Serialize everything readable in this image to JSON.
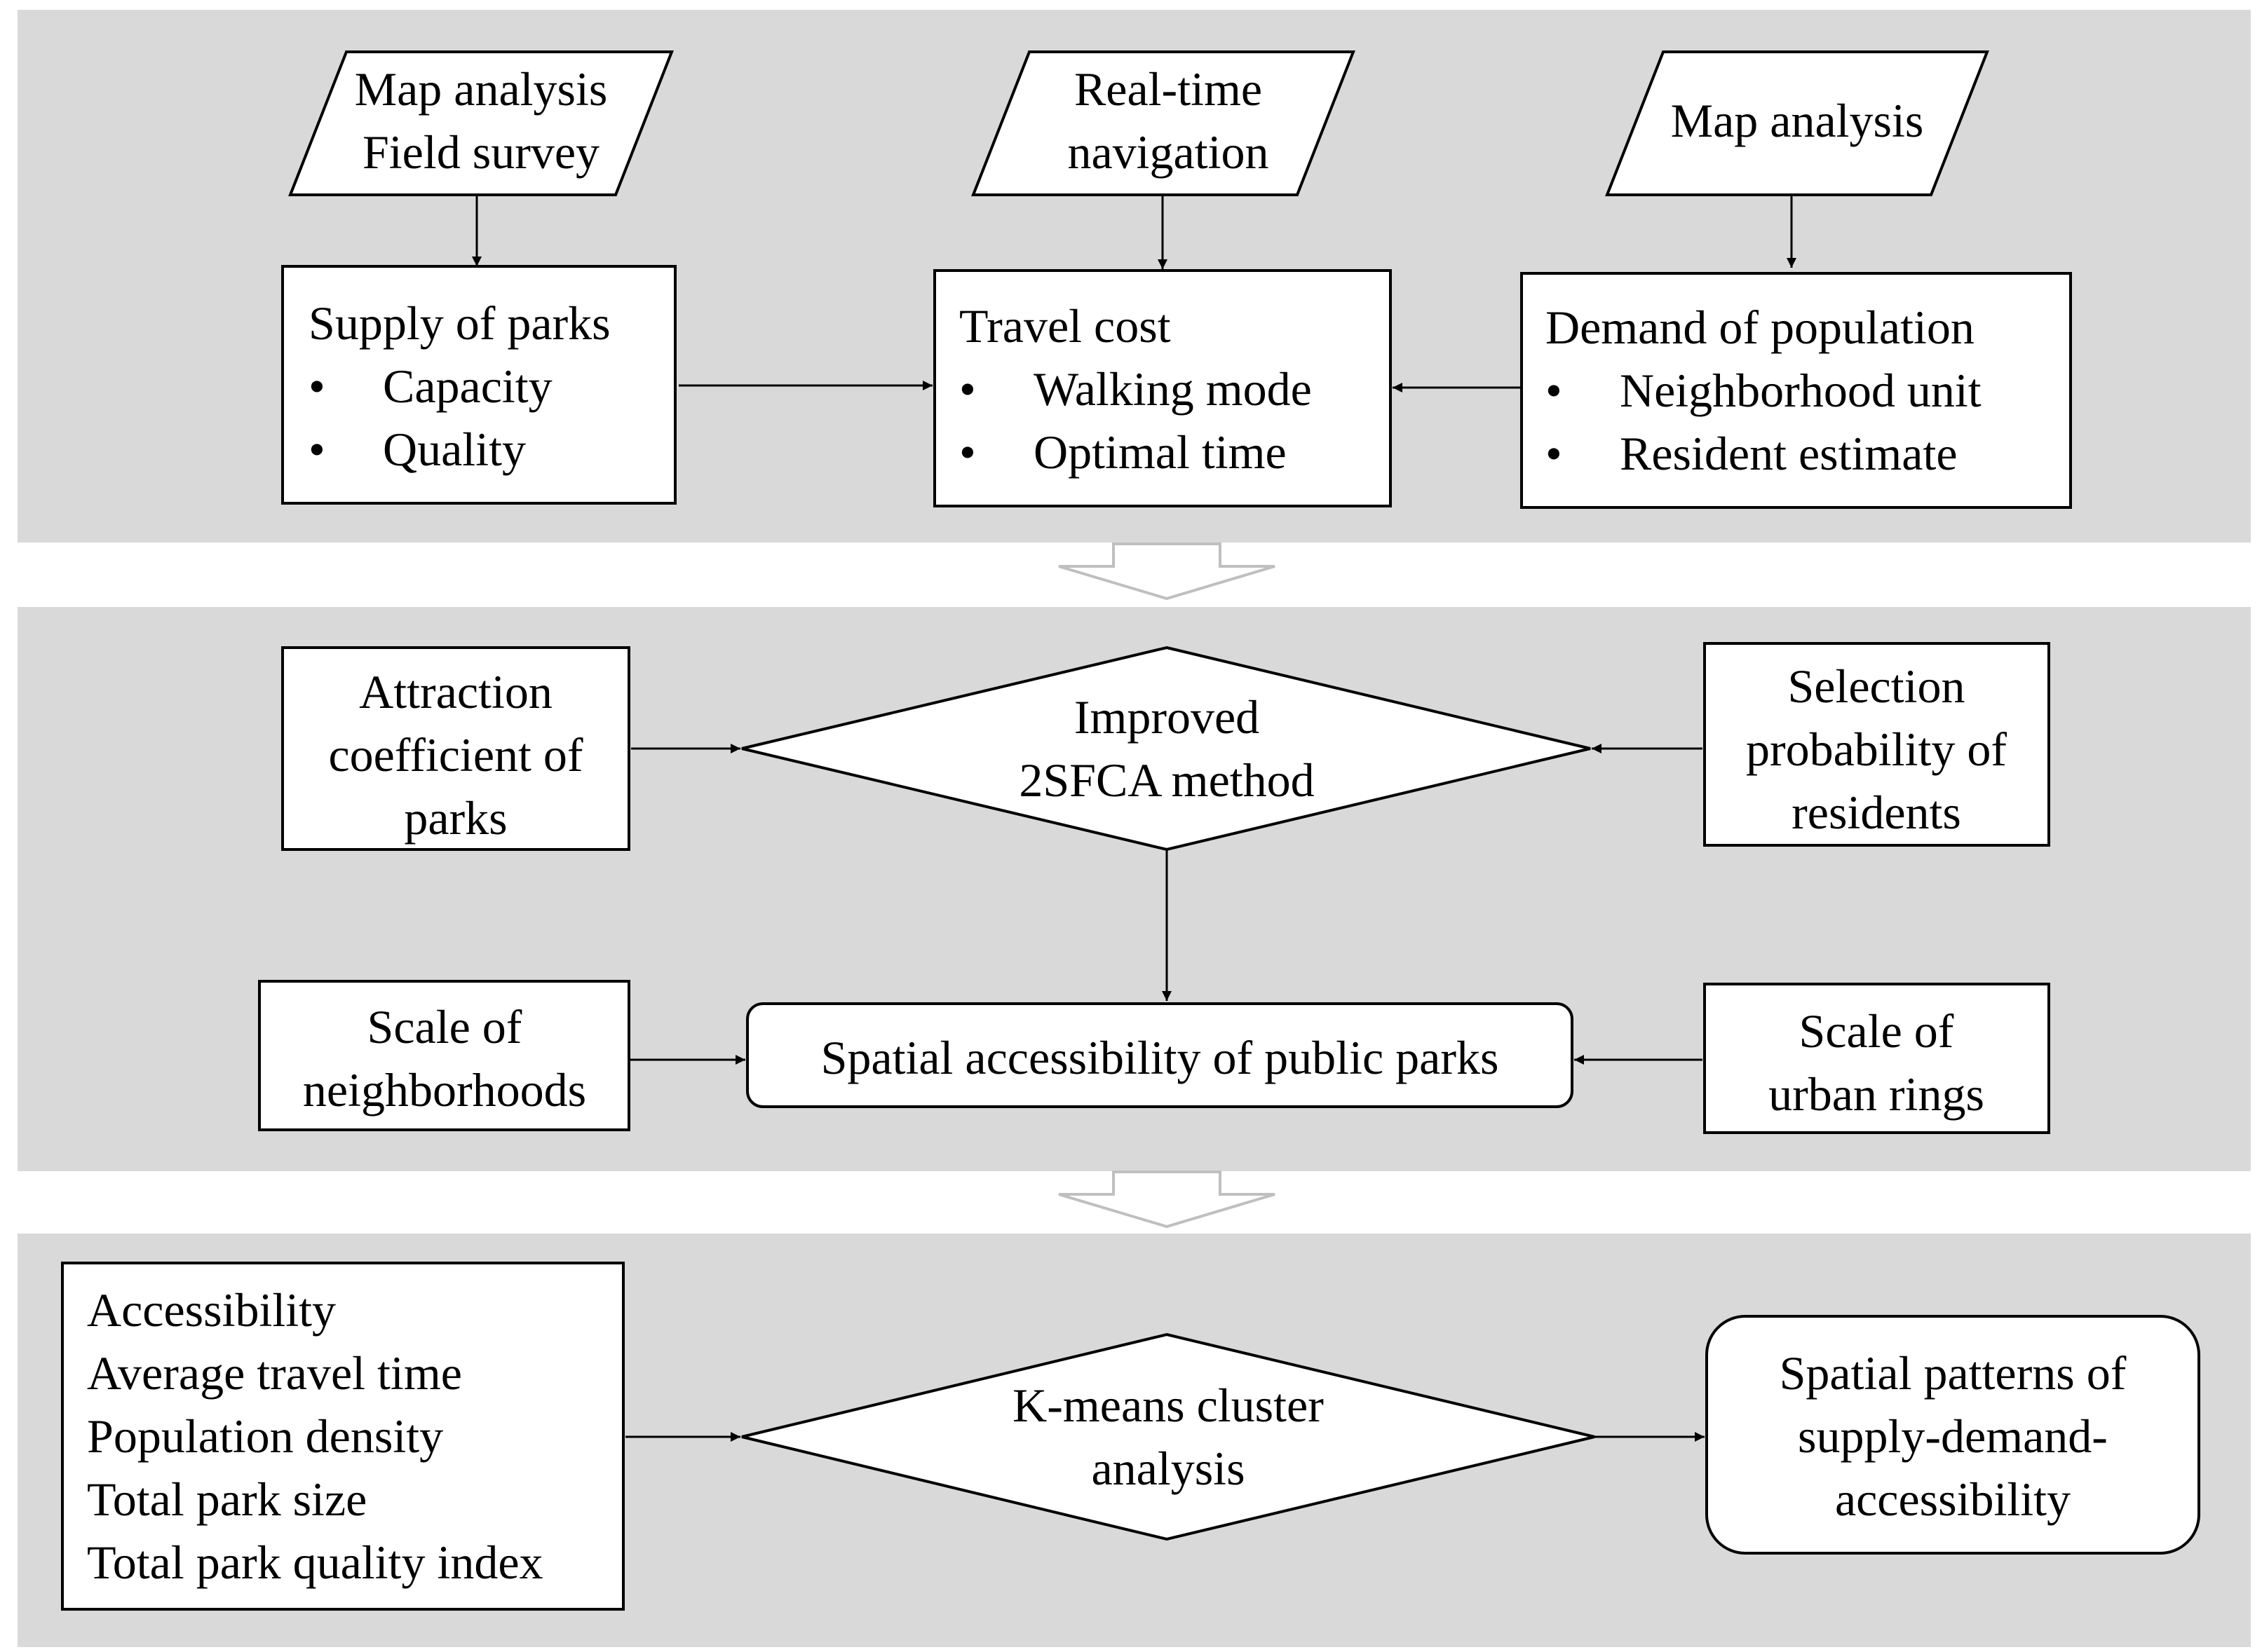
{
  "colors": {
    "panel_bg": "#d9d9d9",
    "box_fill": "#ffffff",
    "stroke": "#000000",
    "stage_arrow": "#bfbfbf"
  },
  "stage1": {
    "source_left": [
      "Map analysis",
      "Field survey"
    ],
    "source_mid": [
      "Real-time",
      "navigation"
    ],
    "source_right": [
      "Map analysis"
    ],
    "supply": {
      "title": "Supply of parks",
      "items": [
        "Capacity",
        "Quality"
      ]
    },
    "travel": {
      "title": "Travel cost",
      "items": [
        "Walking mode",
        "Optimal time"
      ]
    },
    "demand": {
      "title": "Demand of population",
      "items": [
        "Neighborhood unit",
        "Resident estimate"
      ]
    }
  },
  "stage2": {
    "attraction": [
      "Attraction",
      "coefficient of",
      "parks"
    ],
    "method": [
      "Improved",
      "2SFCA method"
    ],
    "selection": [
      "Selection",
      "probability of",
      "residents"
    ],
    "scale_neighborhoods": [
      "Scale of",
      "neighborhoods"
    ],
    "accessibility": [
      "Spatial accessibility of public parks"
    ],
    "scale_rings": [
      "Scale of",
      "urban rings"
    ]
  },
  "stage3": {
    "indicators": [
      "Accessibility",
      "Average travel time",
      "Population density",
      "Total park size",
      "Total park quality index"
    ],
    "kmeans": [
      "K-means cluster",
      "analysis"
    ],
    "patterns": [
      "Spatial patterns of",
      "supply-demand-",
      "accessibility"
    ]
  },
  "bullet": "•"
}
